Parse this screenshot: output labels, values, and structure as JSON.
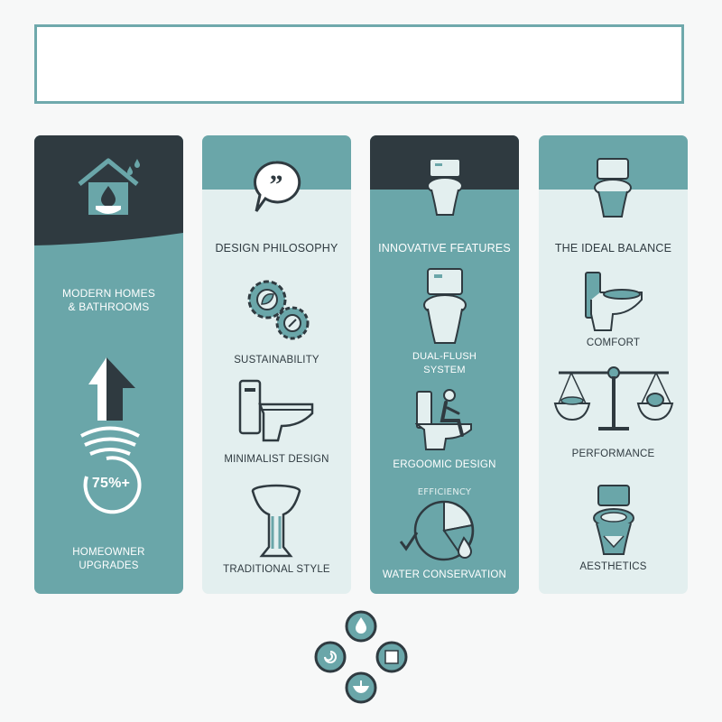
{
  "colors": {
    "teal": "#6aa6a9",
    "pale_teal": "#e3efef",
    "dark": "#2f3a40",
    "title_border": "#6fa9ac"
  },
  "title": "",
  "columns": [
    {
      "id": "homeowners",
      "header_icon": "house-water-drop-icon",
      "heading_line1": "Modern Homes",
      "heading_line2": "& Bathrooms",
      "stat": "75%+",
      "footer_line1": "Homeowner",
      "footer_line2": "Upgrades"
    },
    {
      "id": "design",
      "header_icon": "quote-bubble-icon",
      "heading": "Design Philosophy",
      "items": [
        {
          "icon": "gears-leaf-icon",
          "label": "Sustainability"
        },
        {
          "icon": "minimalist-toilet-icon",
          "label": "Minimalist Design"
        },
        {
          "icon": "pedestal-basin-icon",
          "label": "Traditional Style"
        }
      ]
    },
    {
      "id": "features",
      "header_icon": "toilet-icon",
      "heading": "Innovative Features",
      "items": [
        {
          "icon": "dual-flush-toilet-icon",
          "label_line1": "Dual-Flush",
          "label_line2": "System"
        },
        {
          "icon": "seated-person-icon",
          "label": "Ergoomic Design"
        },
        {
          "icon": "pie-chart-drop-icon",
          "label": "Water Conservation",
          "arc_label": "Efficiency"
        }
      ]
    },
    {
      "id": "balance",
      "header_icon": "toilet-icon",
      "heading": "The Ideal Balance",
      "items": [
        {
          "icon": "comfort-toilet-icon",
          "label": "Comfort"
        },
        {
          "icon": "balance-scale-icon",
          "label": "Performance"
        },
        {
          "icon": "aesthetic-toilet-icon",
          "label": "Aesthetics"
        }
      ]
    }
  ],
  "footer_icons": [
    "water-drop-icon",
    "swirl-icon",
    "cistern-icon",
    "basin-icon"
  ]
}
